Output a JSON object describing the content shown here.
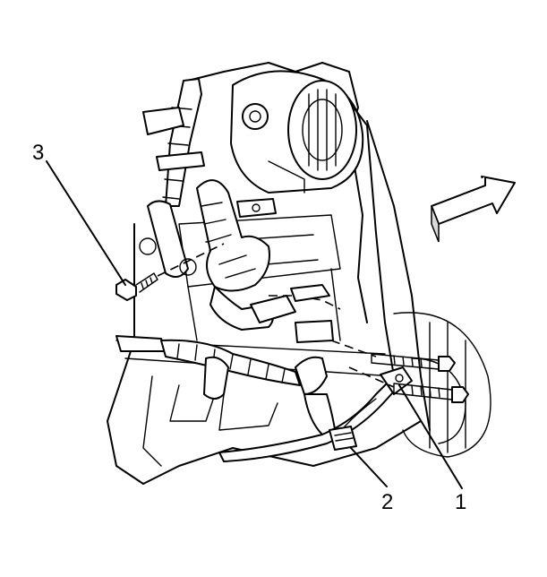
{
  "callouts": {
    "c1": "1",
    "c2": "2",
    "c3": "3"
  },
  "icons": {
    "arrow": "front-direction-arrow-icon"
  }
}
